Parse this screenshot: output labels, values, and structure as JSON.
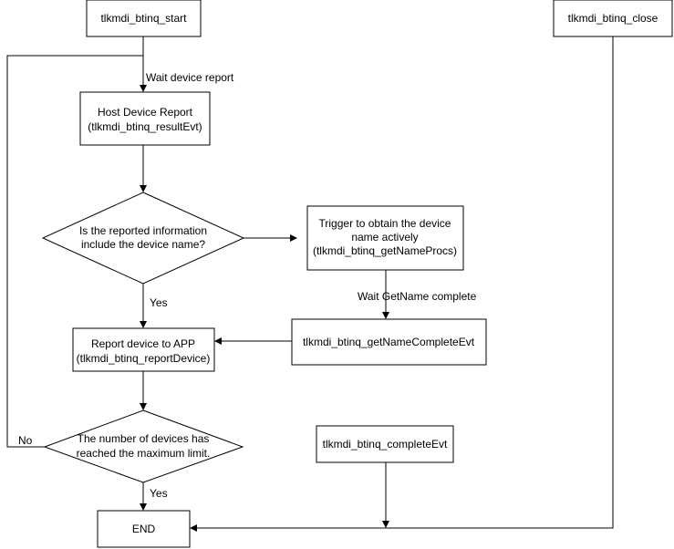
{
  "nodes": {
    "start": {
      "label": "tlkmdi_btinq_start"
    },
    "close": {
      "label": "tlkmdi_btinq_close"
    },
    "host_report": {
      "line1": "Host Device Report",
      "line2": "(tlkmdi_btinq_resultEvt)"
    },
    "decision_name": {
      "line1": "Is the reported information",
      "line2": "include the device name?"
    },
    "trigger_name": {
      "line1": "Trigger to obtain the device",
      "line2": "name actively",
      "line3": "(tlkmdi_btinq_getNameProcs)"
    },
    "report_device": {
      "line1": "Report device to APP",
      "line2": "(tlkmdi_btinq_reportDevice)"
    },
    "getname_complete": {
      "label": "tlkmdi_btinq_getNameCompleteEvt"
    },
    "decision_max": {
      "line1": "The number of devices has",
      "line2": "reached the maximum limit."
    },
    "complete_evt": {
      "label": "tlkmdi_btinq_completeEvt"
    },
    "end": {
      "label": "END"
    }
  },
  "edges": {
    "wait_device_report": "Wait device report",
    "wait_getname_complete": "Wait GetName complete",
    "yes_name": "Yes",
    "yes_max": "Yes",
    "no_max": "No"
  },
  "colors": {
    "stroke": "#000000",
    "fill": "#ffffff",
    "text": "#000000"
  }
}
